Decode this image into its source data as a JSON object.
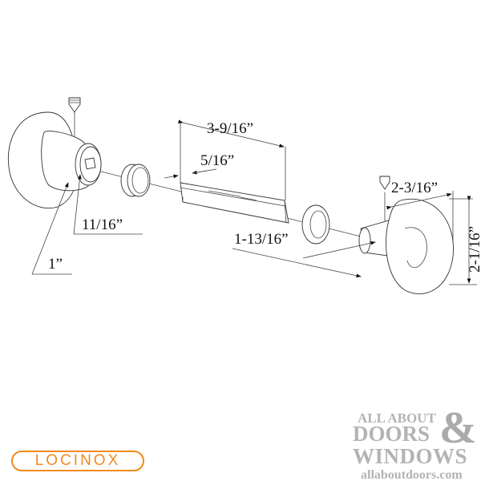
{
  "diagram": {
    "dimensions": {
      "spindle_length": "3-9/16”",
      "spindle_offset": "5/16”",
      "shank_diameter": "11/16”",
      "rose_neck_diameter": "1”",
      "projection": "1-13/16”",
      "knob_depth": "2-3/16”",
      "knob_diameter": "2-1/16”"
    }
  },
  "logos": {
    "brand": "LOCINOX",
    "watermark_line1": "ALL ABOUT",
    "watermark_line2": "DOORS",
    "watermark_amp": "&",
    "watermark_line3": "WINDOWS",
    "watermark_url": "allaboutdoors.com",
    "brand_color": "#f28a1e",
    "watermark_color": "#b3b3b3"
  }
}
